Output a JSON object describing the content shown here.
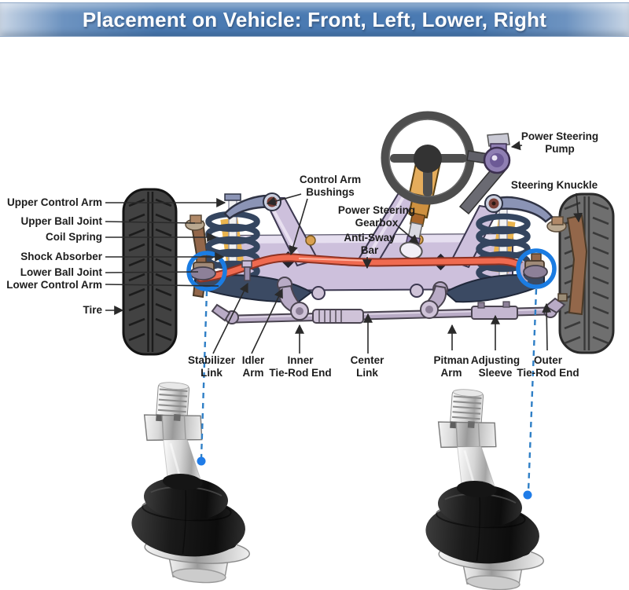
{
  "header": {
    "title": "Placement on Vehicle: Front, Left, Lower, Right"
  },
  "diagram": {
    "left_labels": [
      {
        "text": "Upper Control Arm"
      },
      {
        "text": "Upper Ball Joint"
      },
      {
        "text": "Coil Spring"
      },
      {
        "text": "Shock Absorber"
      },
      {
        "text": "Lower Ball Joint"
      },
      {
        "text": "Lower Control Arm"
      },
      {
        "text": "Tire"
      }
    ],
    "top_labels": {
      "control_arm_bushings": {
        "line1": "Control Arm",
        "line2": "Bushings"
      },
      "power_steering_gearbox": {
        "line1": "Power Steering",
        "line2": "Gearbox"
      },
      "anti_sway_bar": {
        "line1": "Anti-Sway",
        "line2": "Bar"
      },
      "power_steering_pump": {
        "line1": "Power Steering",
        "line2": "Pump"
      },
      "steering_knuckle": {
        "text": "Steering Knuckle"
      }
    },
    "bottom_labels": [
      {
        "line1": "Stabilizer",
        "line2": "Link"
      },
      {
        "line1": "Idler",
        "line2": "Arm"
      },
      {
        "line1": "Inner",
        "line2": "Tie-Rod End"
      },
      {
        "line1": "Center",
        "line2": "Link"
      },
      {
        "line1": "Pitman",
        "line2": "Arm"
      },
      {
        "line1": "Adjusting",
        "line2": "Sleeve"
      },
      {
        "line1": "Outer",
        "line2": "Tie-Rod End"
      }
    ],
    "highlighted_parts": [
      "lower-ball-joint-left",
      "lower-ball-joint-right"
    ]
  },
  "products": {
    "left_item": "front-lower-ball-joint-photo",
    "right_item": "front-lower-ball-joint-photo"
  },
  "colors": {
    "banner_blue": "#4a7ab2",
    "highlight_blue": "#1b7ce2",
    "dashed_line_blue": "#2f7fc6",
    "sway_bar_red": "#ef6a50",
    "frame_lavender": "#cdc0dc",
    "arm_steel_blue": "#8b94b5",
    "spring_navy": "#34455f",
    "spring_yellow": "#eab44e",
    "knuckle_brown": "#93674a",
    "tire_dark": "#424242",
    "tire_light": "#6f6f6f",
    "label_text": "#1d1d1d"
  }
}
